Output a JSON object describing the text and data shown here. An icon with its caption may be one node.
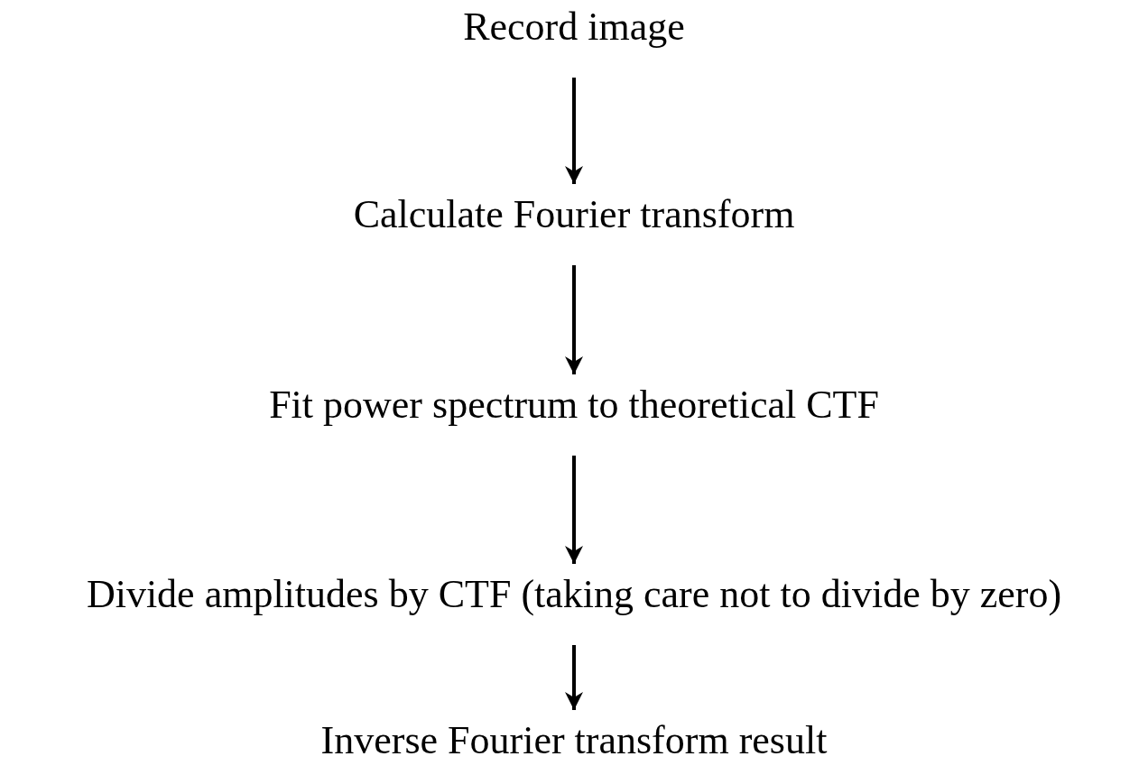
{
  "diagram": {
    "nodes": [
      {
        "text": [
          "Record image"
        ]
      },
      {
        "text": [
          "Calculate Fourier transform"
        ]
      },
      {
        "text": [
          "Fit power spectrum to theoretical CTF"
        ]
      },
      {
        "text": [
          "Divide amplitudes by CTF (taking care not to divide by zero)"
        ]
      },
      {
        "text": [
          "Inverse Fourier transform result"
        ]
      }
    ],
    "edges": [
      {
        "from": 0,
        "to": 1,
        "arrow": "to"
      },
      {
        "from": 1,
        "to": 2,
        "arrow": "to"
      },
      {
        "from": 2,
        "to": 3,
        "arrow": "to"
      },
      {
        "from": 3,
        "to": 4,
        "arrow": "to"
      }
    ]
  }
}
